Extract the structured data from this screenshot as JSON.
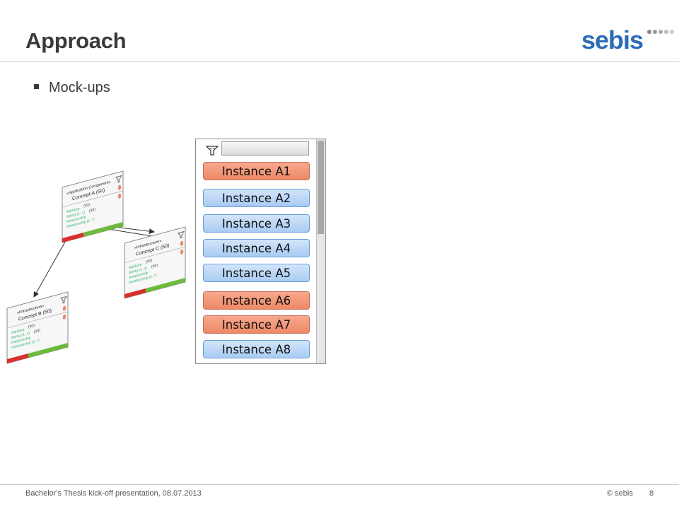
{
  "slide": {
    "title": "Approach",
    "bullet": "Mock-ups",
    "logo_text": "sebis"
  },
  "concepts": [
    {
      "stereotype": "«Application Component»",
      "name": "Concept A (50)",
      "attr1": "Attribute",
      "attr1_count": "(10)",
      "attr2": "String (1..1)",
      "attr2_count": "(10)",
      "attr3": "Relationship",
      "attr4": "Relationship (1..*)"
    },
    {
      "stereotype": "«Infrastructure»",
      "name": "Concept C (50)",
      "attr1": "Attribute",
      "attr1_count": "(10)",
      "attr2": "String (1..1)",
      "attr2_count": "(10)",
      "attr3": "Relationship",
      "attr4": "Relationship (1..*)"
    },
    {
      "stereotype": "«Infrastructure»",
      "name": "Concept B (50)",
      "attr1": "Attribute",
      "attr1_count": "(10)",
      "attr2": "String (1..1)",
      "attr2_count": "(10)",
      "attr3": "Relationship",
      "attr4": "Relationship (1..*)"
    }
  ],
  "instance_panel": {
    "filter_value": "",
    "instances": [
      {
        "label": "Instance A1",
        "status": "red"
      },
      {
        "label": "Instance A2",
        "status": "blue"
      },
      {
        "label": "Instance A3",
        "status": "blue"
      },
      {
        "label": "Instance A4",
        "status": "blue"
      },
      {
        "label": "Instance A5",
        "status": "blue"
      },
      {
        "label": "Instance A6",
        "status": "red"
      },
      {
        "label": "Instance A7",
        "status": "red"
      },
      {
        "label": "Instance A8",
        "status": "blue"
      }
    ]
  },
  "colors": {
    "instance_red": "#ee8866",
    "instance_blue": "#a8cbf2",
    "logo_blue": "#2c6db4",
    "attribute_green": "#2fb36b"
  },
  "footer": {
    "presentation": "Bachelor's Thesis kick-off presentation, 08.07.2013",
    "copyright": "© sebis",
    "page": "8"
  }
}
